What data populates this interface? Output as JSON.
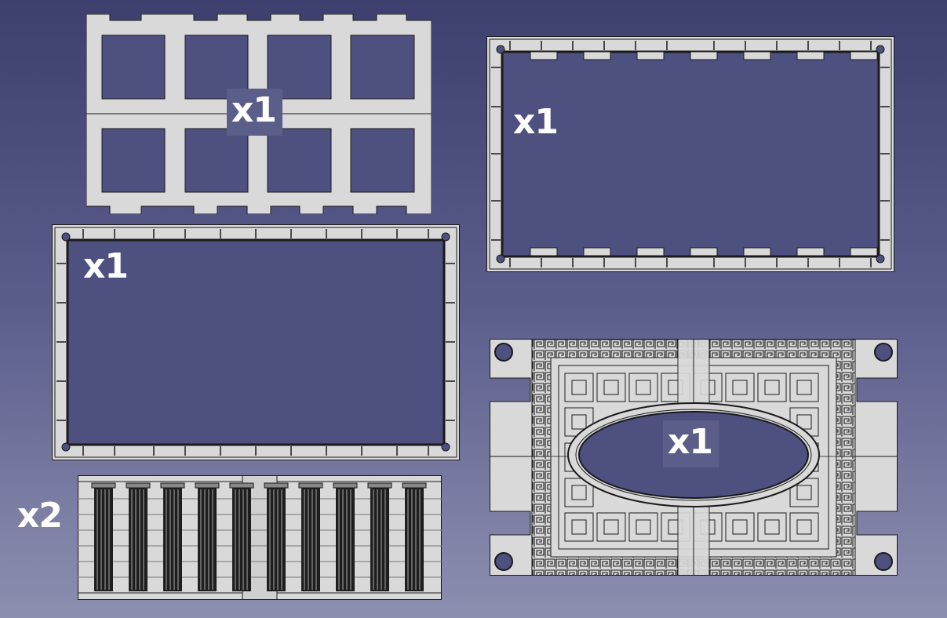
{
  "viewport": {
    "background_top": "#3d3f6e",
    "background_bottom": "#8d8fb0"
  },
  "colors": {
    "part_fill": "#d9d9d9",
    "edge": "#1a1a1a",
    "face": "#4e507f"
  },
  "parts": [
    {
      "id": "grid-frame",
      "icon": "grid-frame-icon",
      "quantity_label": "x1"
    },
    {
      "id": "rim-frame-right",
      "icon": "rim-frame-icon",
      "quantity_label": "x1"
    },
    {
      "id": "rim-frame-left",
      "icon": "rim-frame-icon",
      "quantity_label": "x1"
    },
    {
      "id": "column-panel",
      "icon": "column-panel-icon",
      "quantity_label": "x2"
    },
    {
      "id": "ornate-lid",
      "icon": "greek-key-panel-icon",
      "quantity_label": "x1"
    }
  ]
}
